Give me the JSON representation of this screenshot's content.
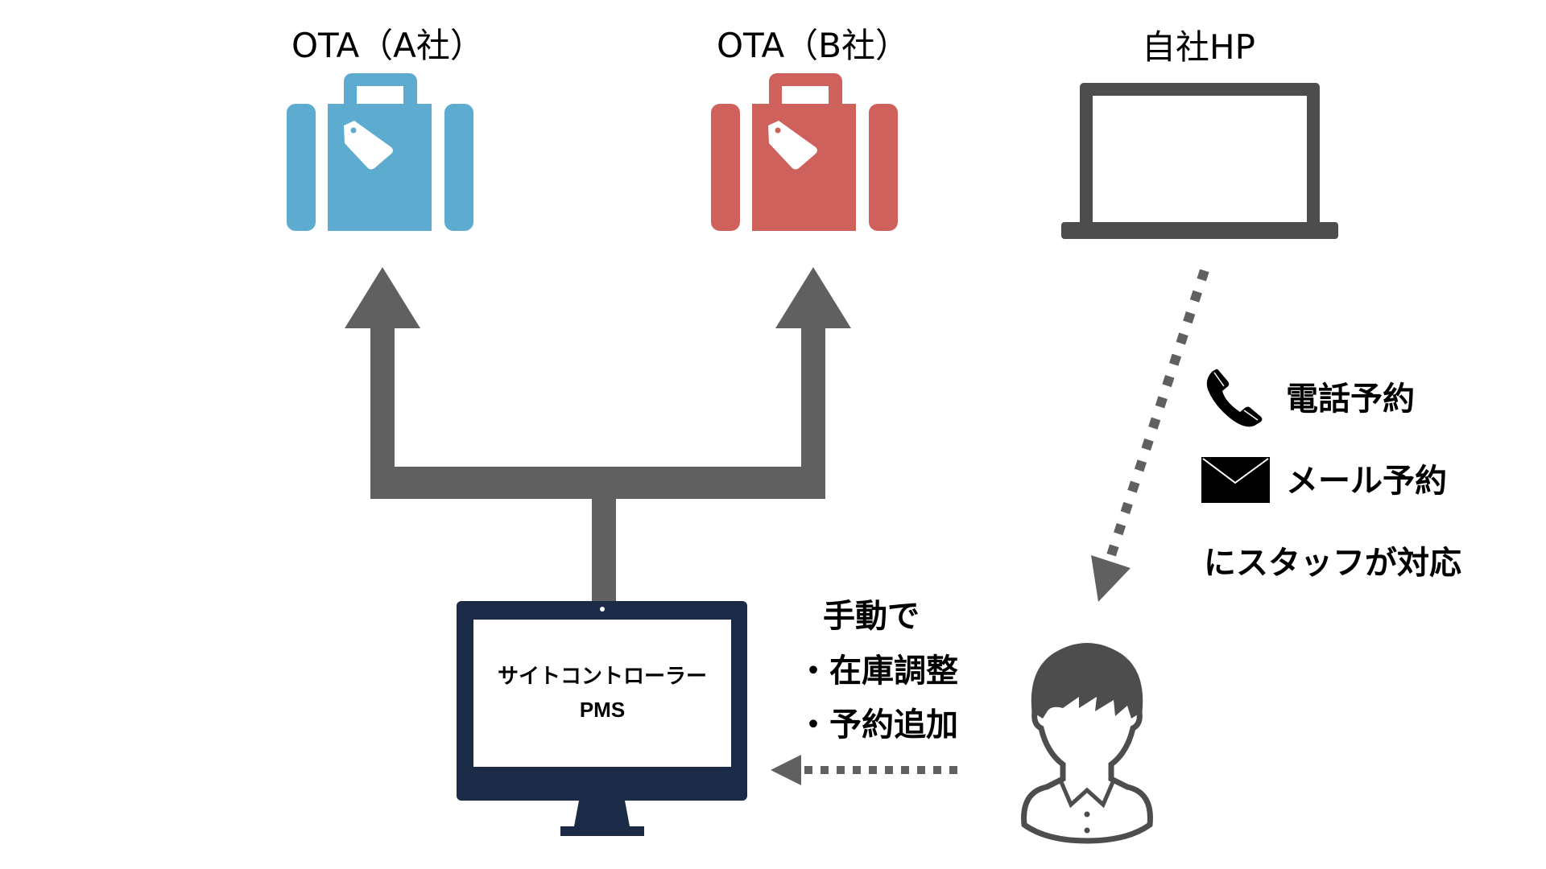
{
  "colors": {
    "ota_a": "#5dabcf",
    "ota_b": "#cf615c",
    "laptop": "#4d4d4d",
    "arrow": "#606060",
    "monitor": "#1b2a47",
    "person": "#4d4d4d",
    "text": "#000000"
  },
  "channels": [
    {
      "id": "ota_a",
      "label": "OTA（A社）",
      "icon": "suitcase-icon"
    },
    {
      "id": "ota_b",
      "label": "OTA（B社）",
      "icon": "suitcase-icon"
    },
    {
      "id": "own_site",
      "label": "自社HP",
      "icon": "laptop-icon"
    }
  ],
  "system": {
    "line1": "サイトコントローラー",
    "line2": "PMS",
    "icon": "monitor-icon"
  },
  "manual_note": {
    "heading": "手動で",
    "items": [
      "・在庫調整",
      "・予約追加"
    ]
  },
  "staff_note": {
    "phone_label": "電話予約",
    "mail_label": "メール予約",
    "footer": "にスタッフが対応"
  },
  "staff": {
    "icon": "person-icon"
  }
}
